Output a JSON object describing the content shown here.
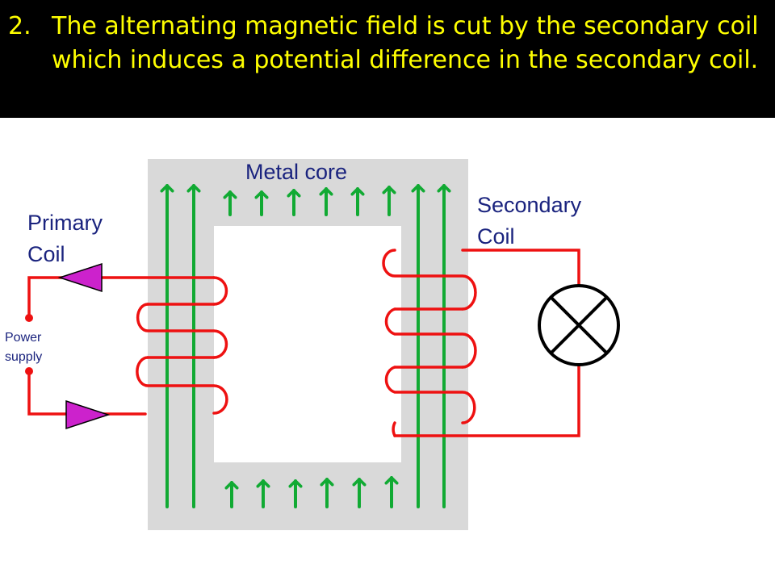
{
  "banner": {
    "number": "2.",
    "text": "The alternating magnetic field is cut by the secondary coil which induces a potential difference in the secondary coil."
  },
  "diagram": {
    "core_label": "Metal core",
    "primary_label_line1": "Primary",
    "primary_label_line2": "Coil",
    "secondary_label_line1": "Secondary",
    "secondary_label_line2": "Coil",
    "power_label_line1": "Power",
    "power_label_line2": "supply"
  },
  "colors": {
    "banner_bg": "#000000",
    "banner_text": "#ffff00",
    "core": "#d9d9d9",
    "wire": "#ee1111",
    "field_arrows": "#11aa33",
    "diode": "#cc22cc",
    "label_text": "#1a237e",
    "lamp": "#000000"
  },
  "icons": {
    "lamp": "lamp-cross-icon",
    "diode": "diode-triangle-icon"
  }
}
